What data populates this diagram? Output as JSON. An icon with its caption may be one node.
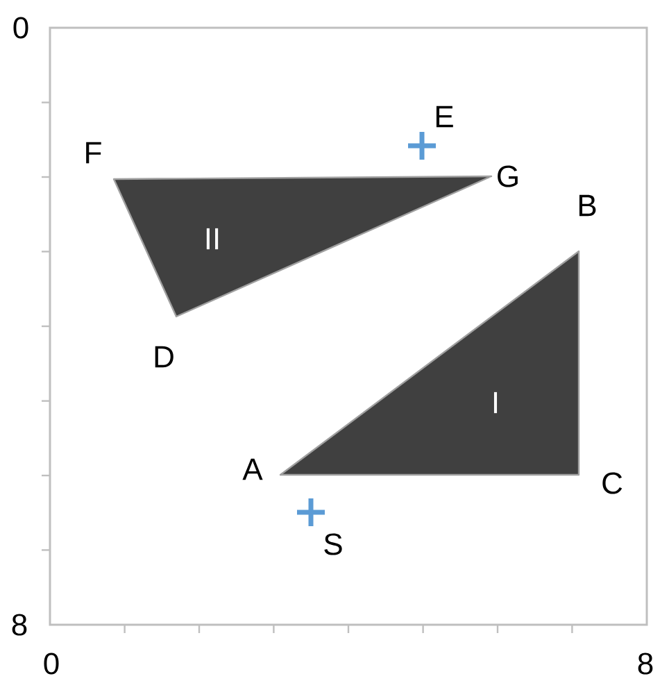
{
  "diagram": {
    "nodes": [
      {
        "text": [
          "II"
        ]
      },
      {
        "text": [
          "I"
        ]
      }
    ],
    "labels": [
      "0",
      "E",
      "F",
      "G",
      "B",
      "D",
      "A",
      "C",
      "S",
      "8",
      "0",
      "8"
    ]
  }
}
